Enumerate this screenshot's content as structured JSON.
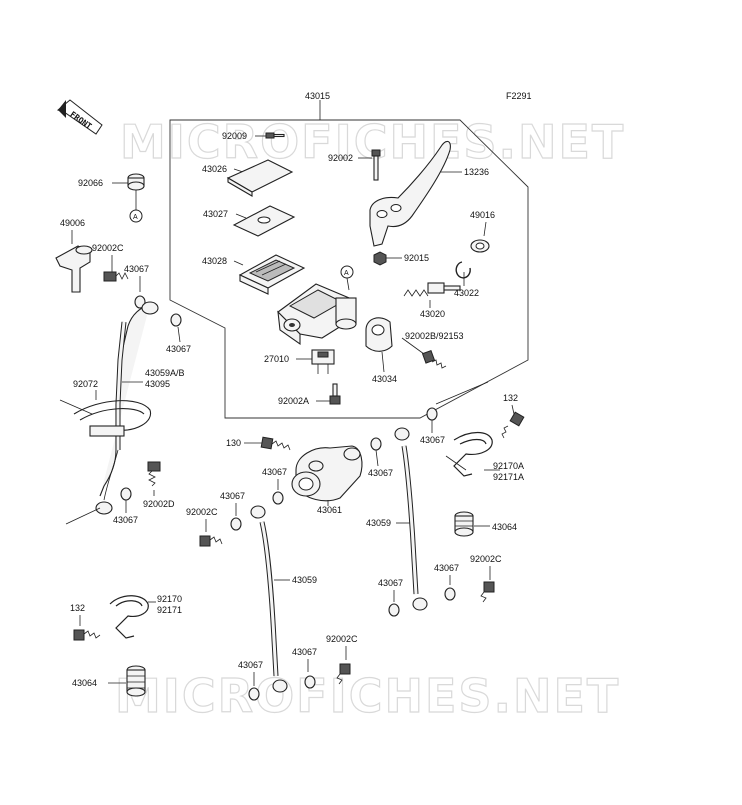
{
  "diagram": {
    "figure_code": "F2291",
    "front_label": "FRONT",
    "callout_a": "A",
    "watermark": "MICROFICHES.NET",
    "labels": {
      "p43015": "43015",
      "p92009": "92009",
      "p43026": "43026",
      "p92002": "92002",
      "p13236": "13236",
      "p92066": "92066",
      "p43027": "43027",
      "p49016": "49016",
      "p49006": "49006",
      "p92002c_a": "92002C",
      "p43028": "43028",
      "p92015": "92015",
      "p43067_a": "43067",
      "p43022": "43022",
      "p43020": "43020",
      "p43067_b": "43067",
      "p92002b": "92002B/92153",
      "p27010": "27010",
      "p92072": "92072",
      "p43059ab": "43059A/B",
      "p43095": "43095",
      "p43034": "43034",
      "p92002a": "92002A",
      "p132_a": "132",
      "p130": "130",
      "p43067_c": "43067",
      "p92170a": "92170A",
      "p92171a": "92171A",
      "p43067_d": "43067",
      "p43067_e": "43067",
      "p92002d": "92002D",
      "p43061": "43061",
      "p43067_f": "43067",
      "p43067_g": "43067",
      "p92002c_b": "92002C",
      "p43059_a": "43059",
      "p43064_a": "43064",
      "p92002c_c": "92002C",
      "p43059_b": "43059",
      "p43067_h": "43067",
      "p43067_i": "43067",
      "p92170": "92170",
      "p92171": "92171",
      "p132_b": "132",
      "p92002c_d": "92002C",
      "p43067_j": "43067",
      "p43067_k": "43067",
      "p43064_b": "43064"
    }
  }
}
